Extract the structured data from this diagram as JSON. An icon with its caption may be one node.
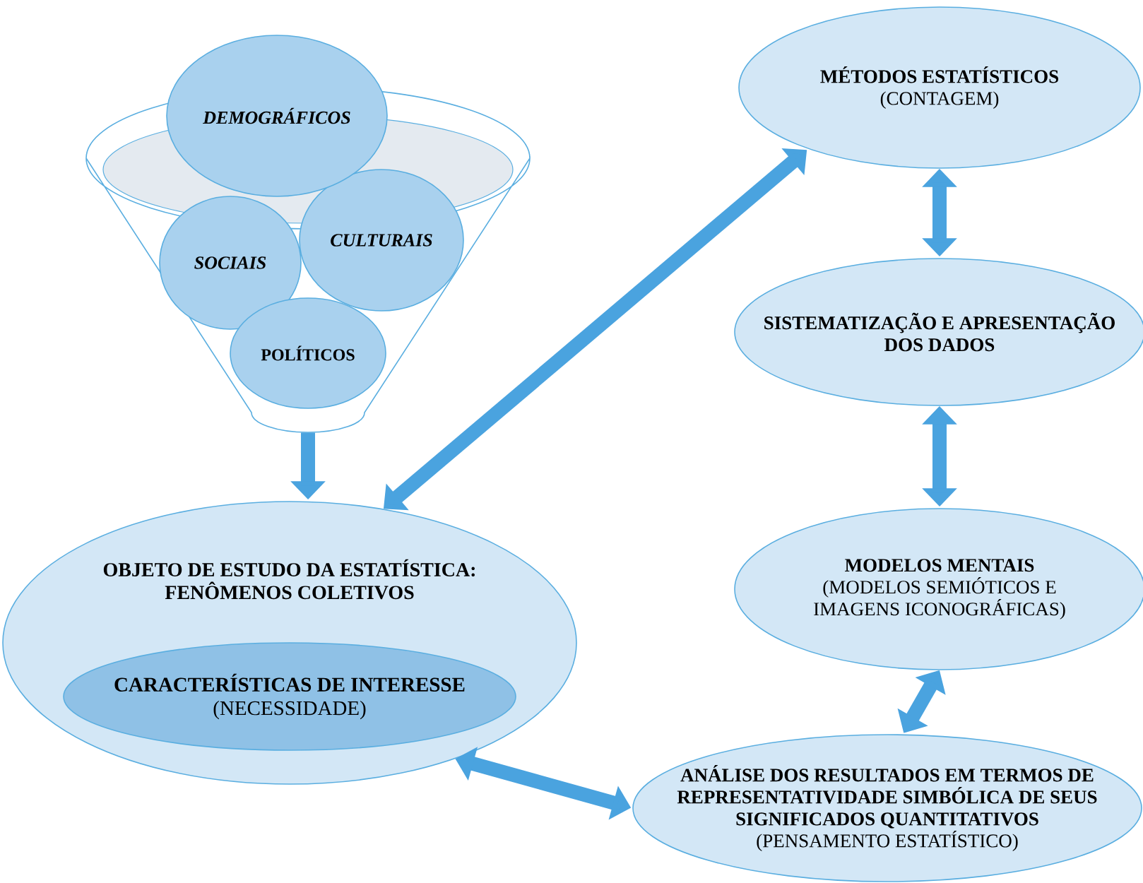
{
  "diagram": {
    "nodes": [
      {
        "text": [],
        "shape": "funnel"
      },
      {
        "text": [
          "DEMOGRÁFICOS"
        ]
      },
      {
        "text": [
          "SOCIAIS"
        ],
        "in": 0
      },
      {
        "text": [
          "CULTURAIS"
        ],
        "in": 0
      },
      {
        "text": [
          "POLÍTICOS"
        ],
        "in": 0
      },
      {
        "text": [
          "OBJETO DE ESTUDO DA ESTATÍSTICA: FENÔMENOS COLETIVOS"
        ]
      },
      {
        "text": [
          "CARACTERÍSTICAS DE INTERESSE",
          "(NECESSIDADE)"
        ],
        "in": 5
      },
      {
        "text": [
          "MÉTODOS ESTATÍSTICOS",
          "(CONTAGEM)"
        ]
      },
      {
        "text": [
          "SISTEMATIZAÇÃO E APRESENTAÇÃO DOS DADOS"
        ]
      },
      {
        "text": [
          "MODELOS MENTAIS",
          "(MODELOS SEMIÓTICOS E IMAGENS ICONOGRÁFICAS)"
        ]
      },
      {
        "text": [
          "ANÁLISE DOS RESULTADOS EM TERMOS DE REPRESENTATIVIDADE SIMBÓLICA DE SEUS SIGNIFICADOS QUANTITATIVOS",
          "(PENSAMENTO ESTATÍSTICO)"
        ]
      }
    ],
    "edges": [
      {
        "from": 0,
        "to": 5,
        "arrow": "to"
      },
      {
        "from": 5,
        "to": 7,
        "arrow": "both"
      },
      {
        "from": 7,
        "to": 8,
        "arrow": "both"
      },
      {
        "from": 8,
        "to": 9,
        "arrow": "both"
      },
      {
        "from": 9,
        "to": 10,
        "arrow": "both"
      },
      {
        "from": 5,
        "to": 10,
        "arrow": "both"
      }
    ]
  }
}
